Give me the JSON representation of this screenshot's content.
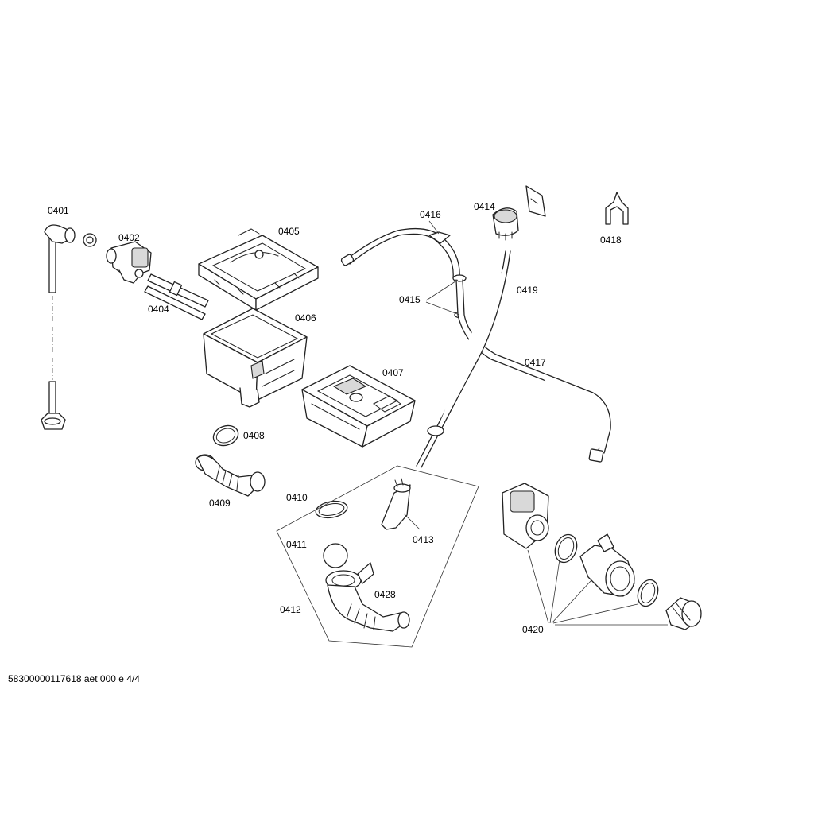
{
  "diagram": {
    "parts": [
      {
        "id": "0401"
      },
      {
        "id": "0402"
      },
      {
        "id": "0404"
      },
      {
        "id": "0405"
      },
      {
        "id": "0406"
      },
      {
        "id": "0407"
      },
      {
        "id": "0408"
      },
      {
        "id": "0409"
      },
      {
        "id": "0410"
      },
      {
        "id": "0411"
      },
      {
        "id": "0412"
      },
      {
        "id": "0413"
      },
      {
        "id": "0414"
      },
      {
        "id": "0415"
      },
      {
        "id": "0416"
      },
      {
        "id": "0417"
      },
      {
        "id": "0418"
      },
      {
        "id": "0419"
      },
      {
        "id": "0420"
      },
      {
        "id": "0428"
      }
    ]
  },
  "footer": {
    "document_code": "58300000117618 aet 000 e 4/4"
  }
}
